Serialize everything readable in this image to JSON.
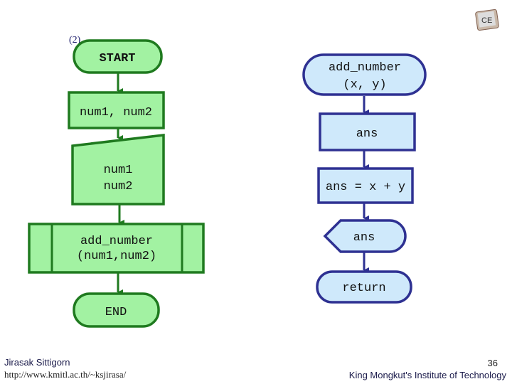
{
  "label": "(2)",
  "main_flow": {
    "start": "START",
    "init": "num1, num2",
    "input": [
      "num1",
      "num2"
    ],
    "call": [
      "add_number",
      "(num1,num2)"
    ],
    "end": "END"
  },
  "function_flow": {
    "header": [
      "add_number",
      "(x, y)"
    ],
    "declare": "ans",
    "process": "ans = x + y",
    "output": "ans",
    "return": "return"
  },
  "colors": {
    "main_fill": "#a2f2a2",
    "main_stroke": "#1f7a1f",
    "func_fill": "#cfe9fb",
    "func_stroke": "#2e3192"
  },
  "footer": {
    "author": "Jirasak Sittigorn",
    "url": "http://www.kmitl.ac.th/~ksjirasa/",
    "page_number": "36",
    "institute": "King Mongkut's Institute of Technology"
  },
  "logo_text": "CE"
}
